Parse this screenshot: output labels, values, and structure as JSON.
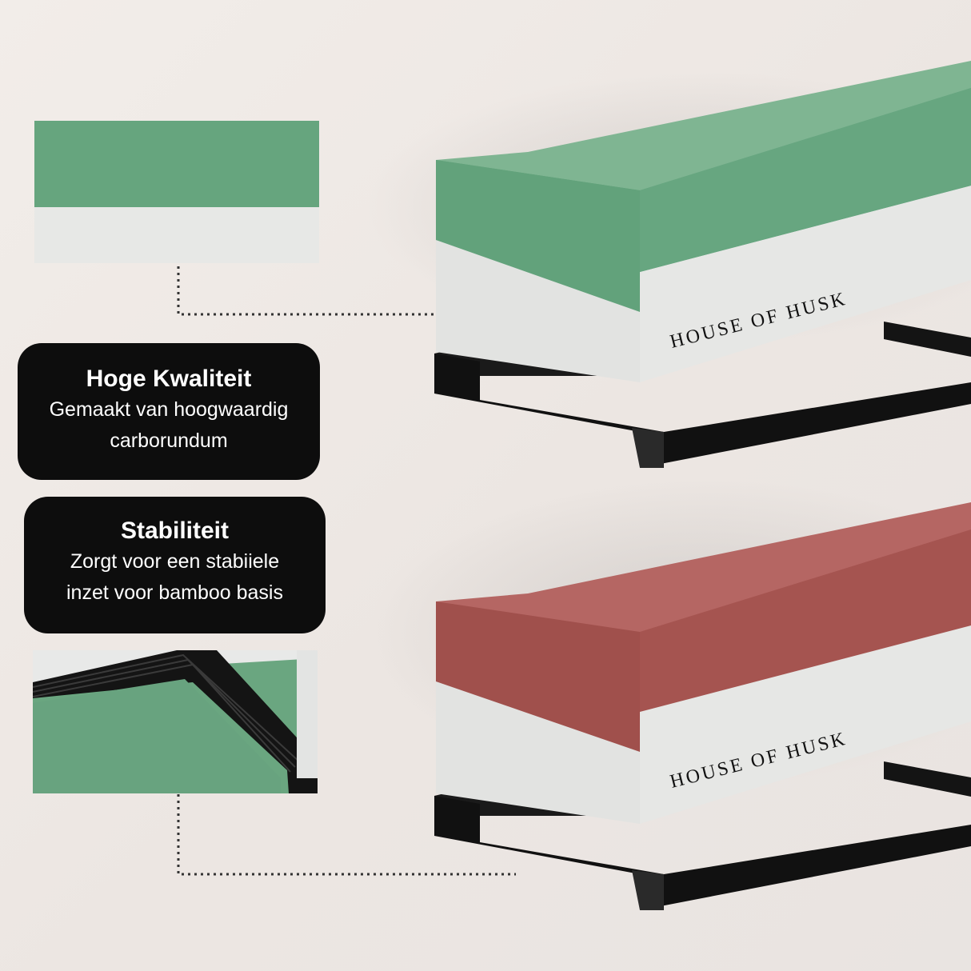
{
  "brand": {
    "name": "HOUSE OF HUSK"
  },
  "callouts": [
    {
      "title": "Hoge Kwaliteit",
      "body": "Gemaakt van hoogwaardig\ncarborundum"
    },
    {
      "title": "Stabiliteit",
      "body": "Zorgt voor een stabiiele\ninzet voor bamboo basis"
    }
  ],
  "colors": {
    "background": "#efeae6",
    "card": "#0d0d0d",
    "card_text": "#ffffff",
    "stone_green": "#66a57e",
    "stone_red": "#a24e4b",
    "stone_white": "#e7e8e6",
    "holder_black": "#111111"
  },
  "icons": [
    "dotted-leader-line"
  ]
}
